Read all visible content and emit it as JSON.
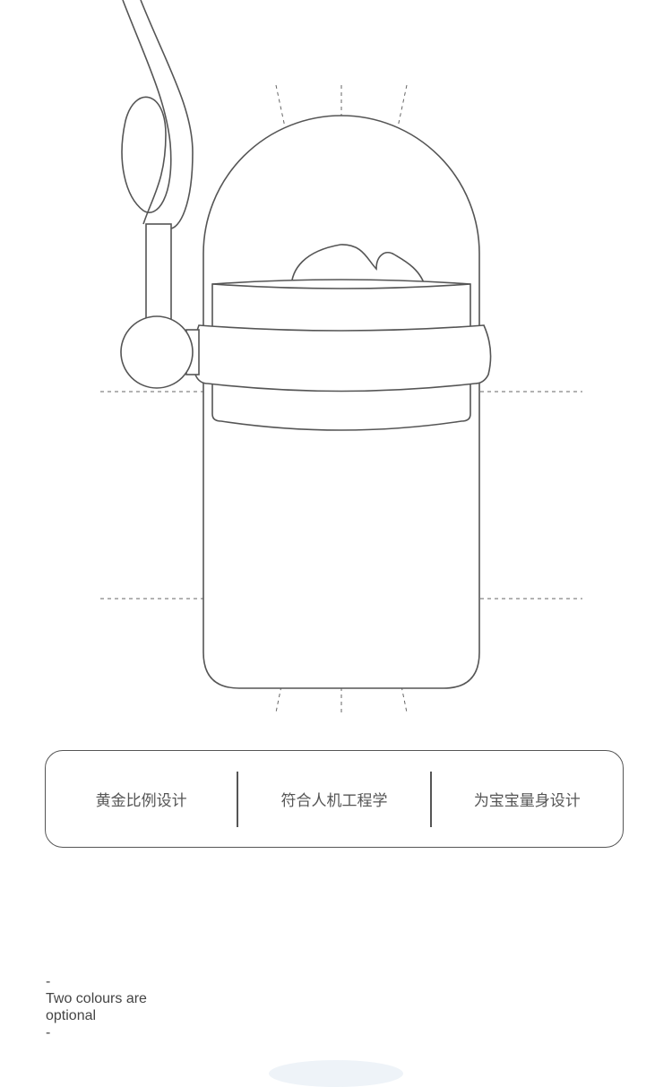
{
  "features": [
    "黄金比例设计",
    "符合人机工程学",
    "为宝宝量身设计"
  ],
  "note": {
    "dash_top": "-",
    "line1": "Two colours are",
    "line2": "optional",
    "dash_bottom": "-"
  },
  "colors": {
    "line": "#555555",
    "dashed": "#666666"
  }
}
